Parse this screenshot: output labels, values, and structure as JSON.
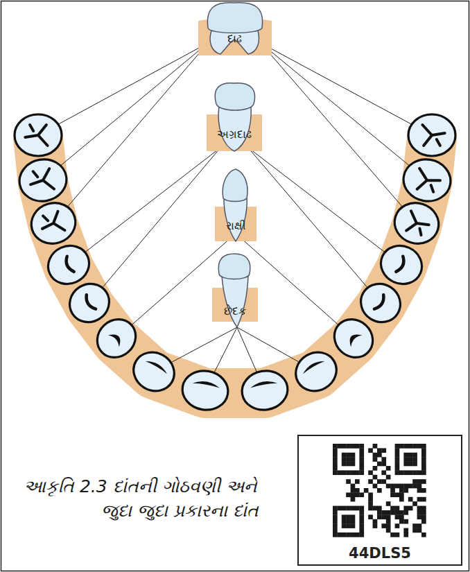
{
  "diagram": {
    "caption": "આકૃતિ 2.3 દાંતની ગોઠવણી અને જુદા જુદા પ્રકારના દાંત",
    "labels": [
      "દાઢ",
      "અગ્રદાઢ",
      "રાક્ષી",
      "છેદક",
      "44DLS5"
    ]
  }
}
